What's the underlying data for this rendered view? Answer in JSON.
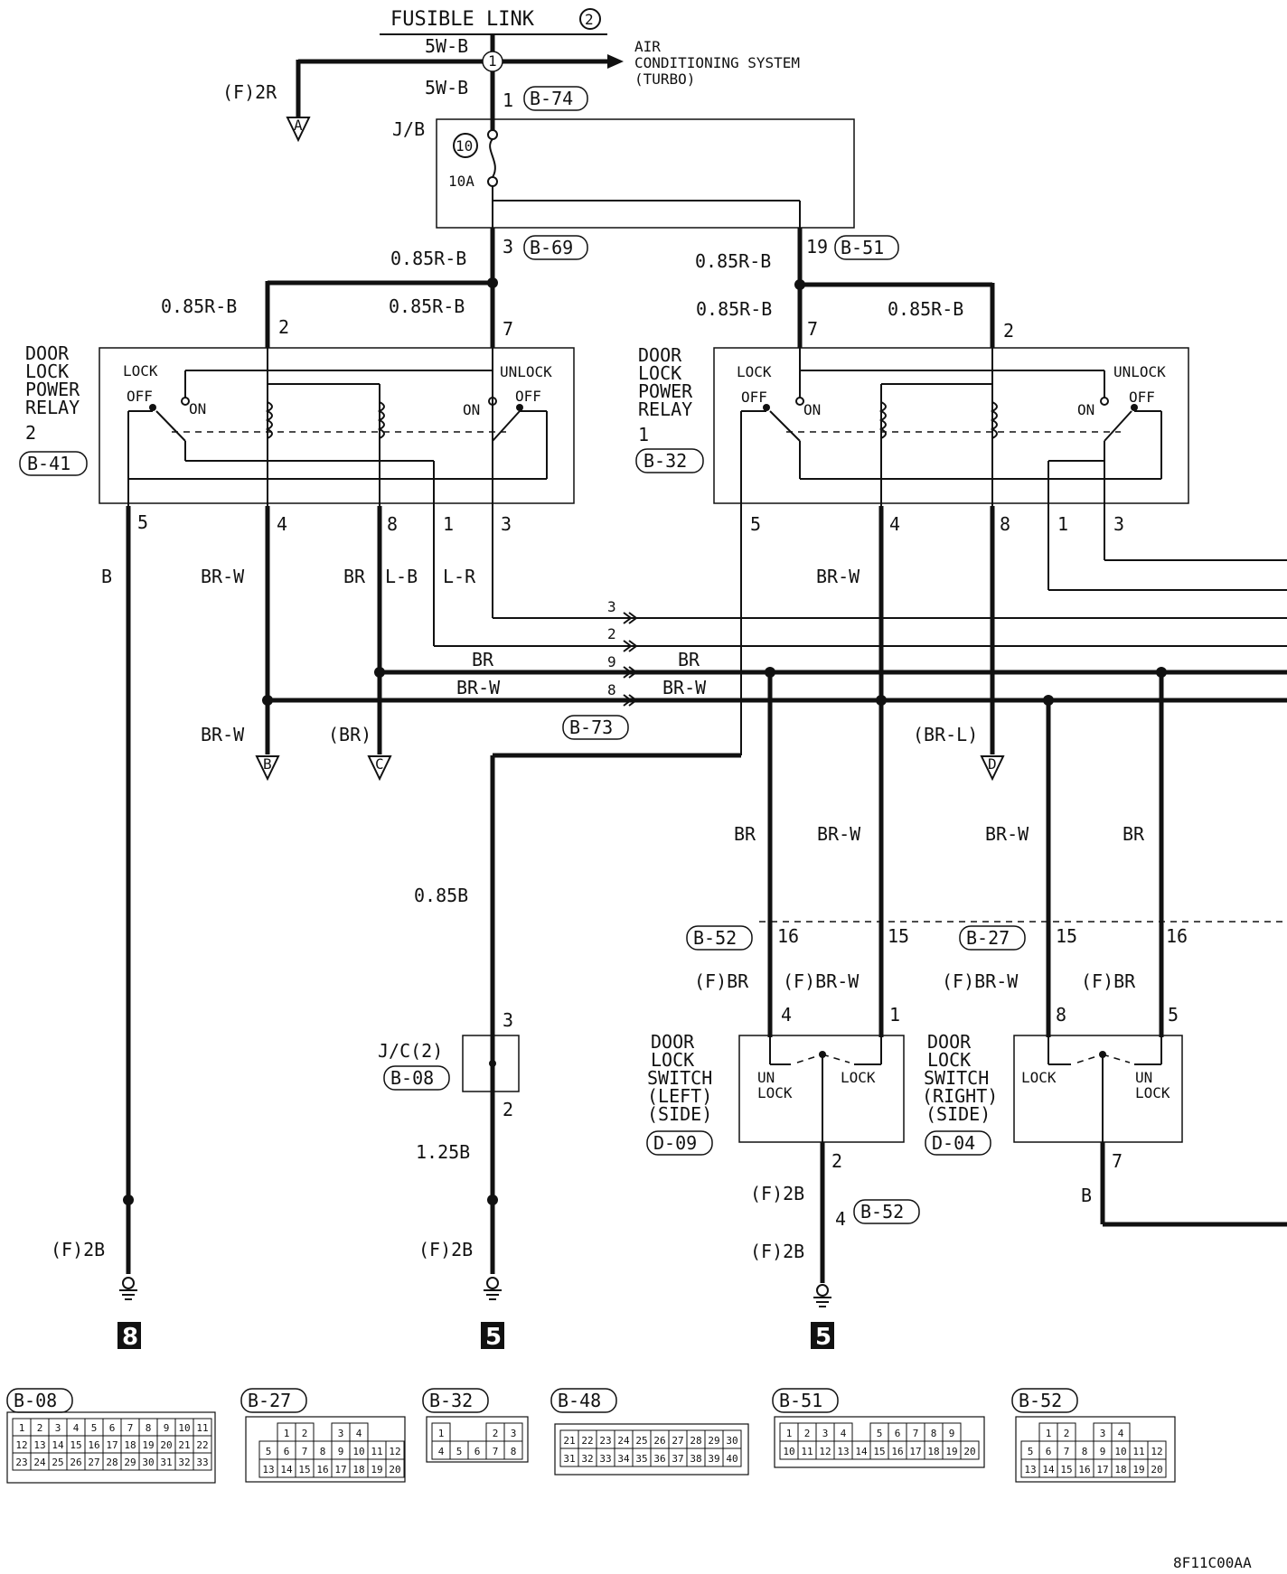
{
  "header": {
    "fusible_link": "FUSIBLE LINK",
    "fusible_num": "2",
    "ac_line1": "AIR",
    "ac_line2": "CONDITIONING SYSTEM",
    "ac_line3": "(TURBO)",
    "wire_5wb_top": "5W-B",
    "wire_5wb_mid": "5W-B",
    "f2r": "(F)2R",
    "connector_a": "A",
    "node_1": "1"
  },
  "jb": {
    "label": "J/B",
    "fuse_num": "10",
    "fuse_rating": "10A",
    "pin_top": "1",
    "conn_top": "B-74",
    "pin_left": "3",
    "conn_left": "B-69",
    "pin_right": "19",
    "conn_right": "B-51"
  },
  "wires": {
    "r_b_1": "0.85R-B",
    "r_b_2": "0.85R-B",
    "r_b_3": "0.85R-B",
    "r_b_4": "0.85R-B",
    "r_b_5": "0.85R-B",
    "r_b_6": "0.85R-B",
    "b": "B",
    "br_w_1": "BR-W",
    "br_1": "BR",
    "l_b": "L-B",
    "l_r": "L-R",
    "br_w_2": "BR-W",
    "br_mid": "BR",
    "br_w_mid": "BR-W",
    "br_right": "BR",
    "br_w_right": "BR-W",
    "br_w_b": "BR-W",
    "br_c": "(BR)",
    "br_l_d": "(BR-L)",
    "b_085": "0.85B",
    "b_125": "1.25B",
    "br_sw1": "BR",
    "br_w_sw1": "BR-W",
    "br_w_sw2": "BR-W",
    "br_sw2": "BR",
    "f_br_1": "(F)BR",
    "f_br_w_1": "(F)BR-W",
    "f_br_w_2": "(F)BR-W",
    "f_br_2": "(F)BR",
    "f2b_1": "(F)2B",
    "f2b_2": "(F)2B",
    "f2b_3": "(F)2B",
    "f2b_4": "(F)2B",
    "b_right": "B"
  },
  "relay2": {
    "title_1": "DOOR",
    "title_2": "LOCK",
    "title_3": "POWER",
    "title_4": "RELAY",
    "number": "2",
    "conn": "B-41",
    "lock": "LOCK",
    "unlock": "UNLOCK",
    "off_l": "OFF",
    "on_l": "ON",
    "on_r": "ON",
    "off_r": "OFF",
    "pin_2": "2",
    "pin_7": "7",
    "pin_5": "5",
    "pin_4": "4",
    "pin_8": "8",
    "pin_1": "1",
    "pin_3": "3"
  },
  "relay1": {
    "title_1": "DOOR",
    "title_2": "LOCK",
    "title_3": "POWER",
    "title_4": "RELAY",
    "number": "1",
    "conn": "B-32",
    "lock": "LOCK",
    "unlock": "UNLOCK",
    "off_l": "OFF",
    "on_l": "ON",
    "on_r": "ON",
    "off_r": "OFF",
    "pin_7": "7",
    "pin_2": "2",
    "pin_5": "5",
    "pin_4": "4",
    "pin_8": "8",
    "pin_1": "1",
    "pin_3": "3"
  },
  "junction_b73": {
    "conn": "B-73",
    "p3": "3",
    "p2": "2",
    "p9": "9",
    "p8": "8"
  },
  "connectors": {
    "b": "B",
    "c": "C",
    "d": "D"
  },
  "jc": {
    "label": "J/C(2)",
    "conn": "B-08",
    "pin_3": "3",
    "pin_2": "2"
  },
  "switch_left": {
    "title_1": "DOOR",
    "title_2": "LOCK",
    "title_3": "SWITCH",
    "title_4": "(LEFT)",
    "title_5": "(SIDE)",
    "conn": "D-09",
    "un": "UN",
    "unlock_l": "LOCK",
    "lock": "LOCK",
    "pin_4": "4",
    "pin_1": "1",
    "pin_2": "2",
    "top_conn": "B-52",
    "top_p16": "16",
    "top_p15": "15",
    "bot_pin": "4",
    "bot_conn": "B-52"
  },
  "switch_right": {
    "title_1": "DOOR",
    "title_2": "LOCK",
    "title_3": "SWITCH",
    "title_4": "(RIGHT)",
    "title_5": "(SIDE)",
    "conn": "D-04",
    "lock": "LOCK",
    "un": "UN",
    "unlock_l": "LOCK",
    "pin_8": "8",
    "pin_5": "5",
    "pin_7": "7",
    "top_conn": "B-27",
    "top_p15": "15",
    "top_p16": "16"
  },
  "grounds": {
    "g1": "8",
    "g2": "5",
    "g3": "5"
  },
  "connector_views": [
    {
      "id": "B-08"
    },
    {
      "id": "B-27"
    },
    {
      "id": "B-32"
    },
    {
      "id": "B-48"
    },
    {
      "id": "B-51"
    },
    {
      "id": "B-52"
    }
  ],
  "footer_code": "8F11C00AA"
}
